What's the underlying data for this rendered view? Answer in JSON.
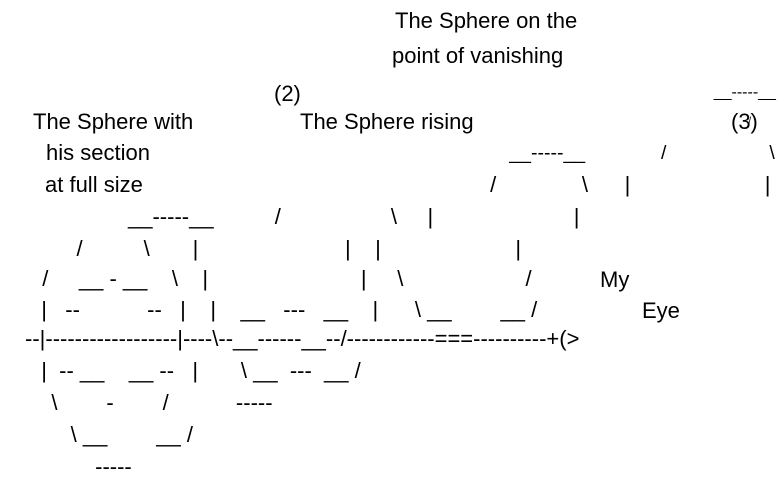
{
  "diagram": {
    "labels": {
      "sphere_vanishing_line1": "The Sphere on the",
      "sphere_vanishing_line2": "point of vanishing",
      "label_2": "(2)",
      "label_3": "(3)",
      "sphere_full_line1": "The Sphere with",
      "sphere_full_line2": "his section",
      "sphere_full_line3": "at full size",
      "sphere_rising": "The Sphere rising",
      "my": "My",
      "eye": "Eye"
    },
    "art_lines": [
      "                                                            __-----__",
      "                                                                  /             \\",
      "                                       __-----__              /                   \\",
      "                                     /              \\      |                      |",
      "         __-----__          /                  \\     |                       |",
      "    /          \\       |                        |    |                      |",
      "  /     __ - __    \\    |                         |     \\                    /",
      "  |   --           --   |    |    __   ---   __    |      \\ __        __ /",
      "--|------------------|----\\--__------__--/------------===----------+(>",
      "  |  -- __    __ --   |       \\ __  ---  __ /",
      "   \\        -        /           -----",
      "      \\ __        __ /",
      "          -----"
    ]
  }
}
